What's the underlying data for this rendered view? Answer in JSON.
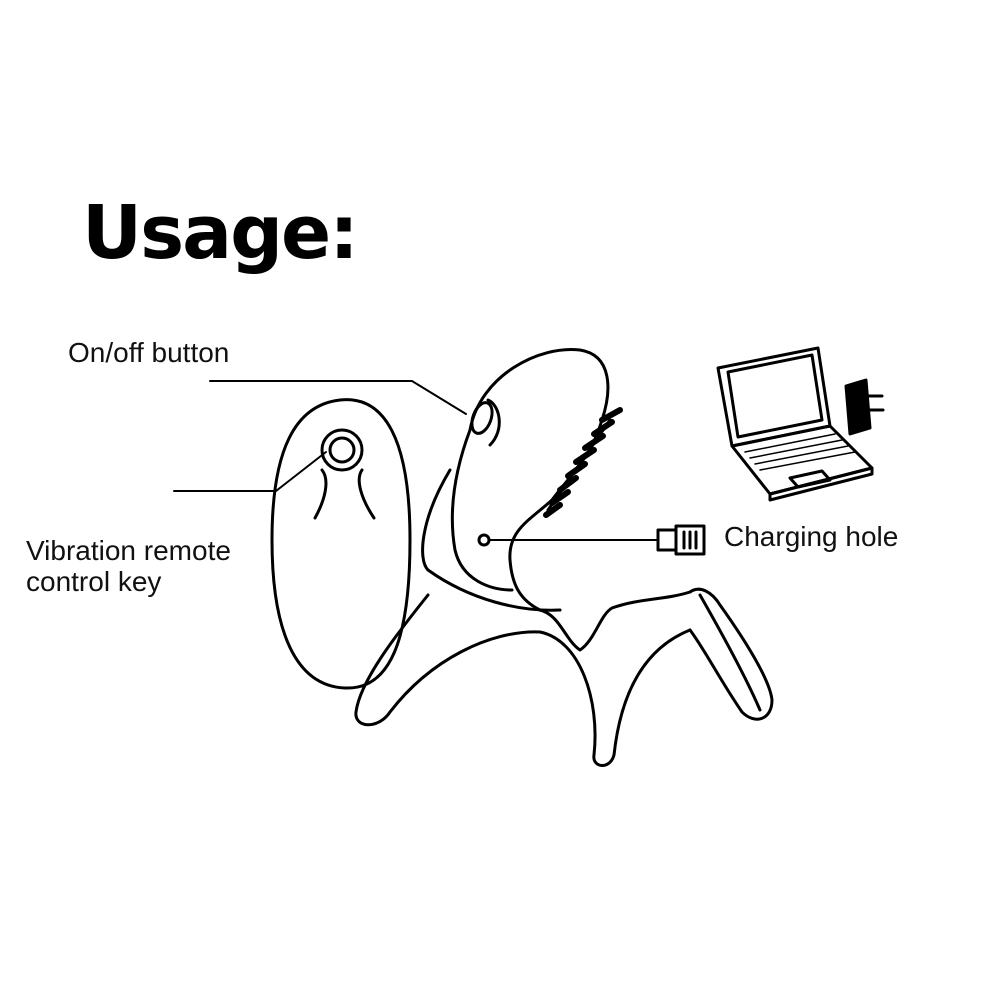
{
  "title": "Usage:",
  "labels": {
    "on_off_button": "On/off button",
    "vibration_remote_line1": "Vibration remote",
    "vibration_remote_line2": "control key",
    "charging_hole": "Charging hole"
  },
  "colors": {
    "stroke": "#000000",
    "background": "#ffffff"
  },
  "icons": [
    "remote-control-icon",
    "device-icon",
    "laptop-icon",
    "usb-plug-icon",
    "power-adapter-icon"
  ]
}
